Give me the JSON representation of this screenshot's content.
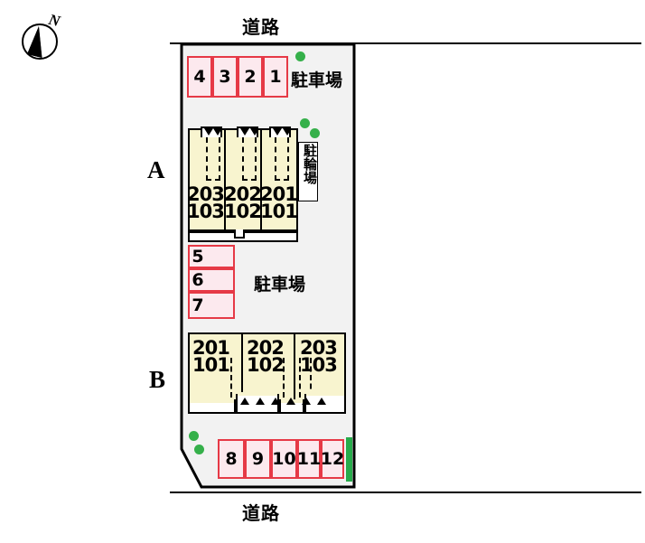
{
  "map": {
    "title": "apartment-site-plan",
    "compass": {
      "label": "N",
      "icon": "compass-north-icon"
    },
    "roads": {
      "top_label": "道路",
      "bottom_label": "道路"
    },
    "blocks": [
      {
        "letter": "A",
        "name": "building-a"
      },
      {
        "letter": "B",
        "name": "building-b"
      }
    ],
    "area_labels": {
      "parking_top": "駐車場",
      "parking_middle": "駐車場",
      "bicycle_parking": "駐輪場"
    },
    "parking_top": {
      "label": "駐車場",
      "spaces": [
        "4",
        "3",
        "2",
        "1"
      ]
    },
    "parking_middle": {
      "label": "駐車場",
      "spaces": [
        "5",
        "6",
        "7"
      ]
    },
    "parking_bottom": {
      "spaces": [
        "8",
        "9",
        "10",
        "11",
        "12"
      ]
    },
    "building_a": {
      "letter": "A",
      "units": [
        {
          "upper": "203",
          "lower": "103"
        },
        {
          "upper": "202",
          "lower": "102"
        },
        {
          "upper": "201",
          "lower": "101"
        }
      ]
    },
    "building_b": {
      "letter": "B",
      "units": [
        {
          "upper": "201",
          "lower": "101"
        },
        {
          "upper": "202",
          "lower": "102"
        },
        {
          "upper": "203",
          "lower": "103"
        }
      ]
    },
    "colors": {
      "parking_fill": "#fce9ee",
      "parking_border": "#e63946",
      "building_fill": "#f8f4cf",
      "building_border": "#000000",
      "site_fill": "#f2f2f2",
      "green_marker": "#35b04a",
      "green_bar": "#27ab4b"
    }
  }
}
